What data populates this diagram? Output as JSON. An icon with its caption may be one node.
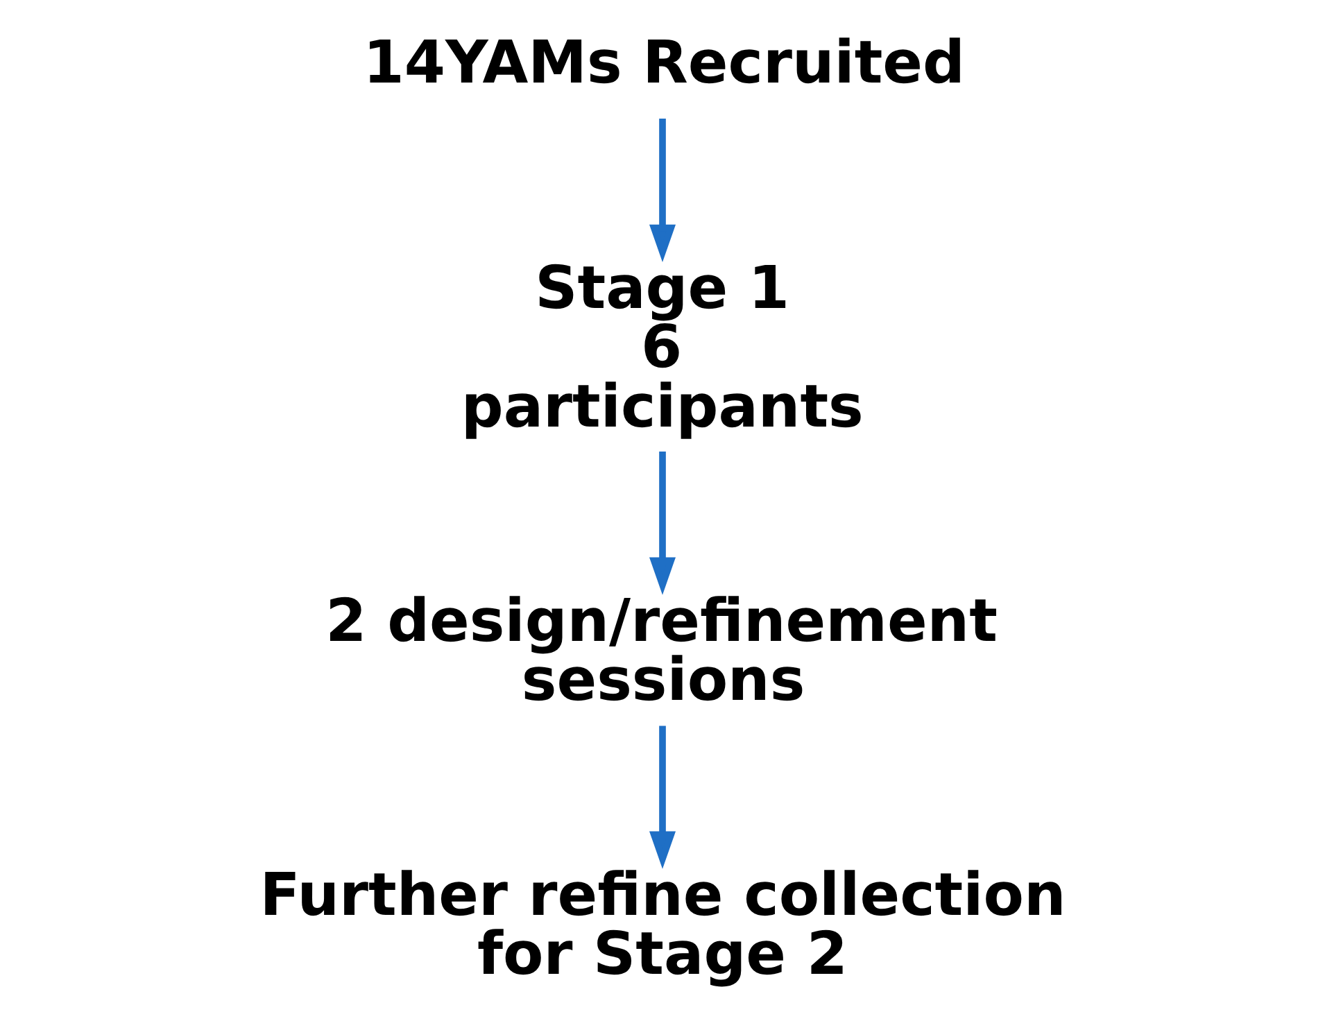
{
  "diagram": {
    "nodes": [
      {
        "text": [
          "14YAMs Recruited"
        ]
      },
      {
        "text": [
          "Stage 1 6 participants"
        ]
      },
      {
        "text": [
          "2 design/refinement sessions"
        ]
      },
      {
        "text": [
          "Further refine collection for Stage 2"
        ]
      }
    ],
    "edges": [
      {
        "from": 0,
        "to": 1,
        "arrow": "to"
      },
      {
        "from": 1,
        "to": 2,
        "arrow": "to"
      },
      {
        "from": 2,
        "to": 3,
        "arrow": "to"
      }
    ]
  }
}
